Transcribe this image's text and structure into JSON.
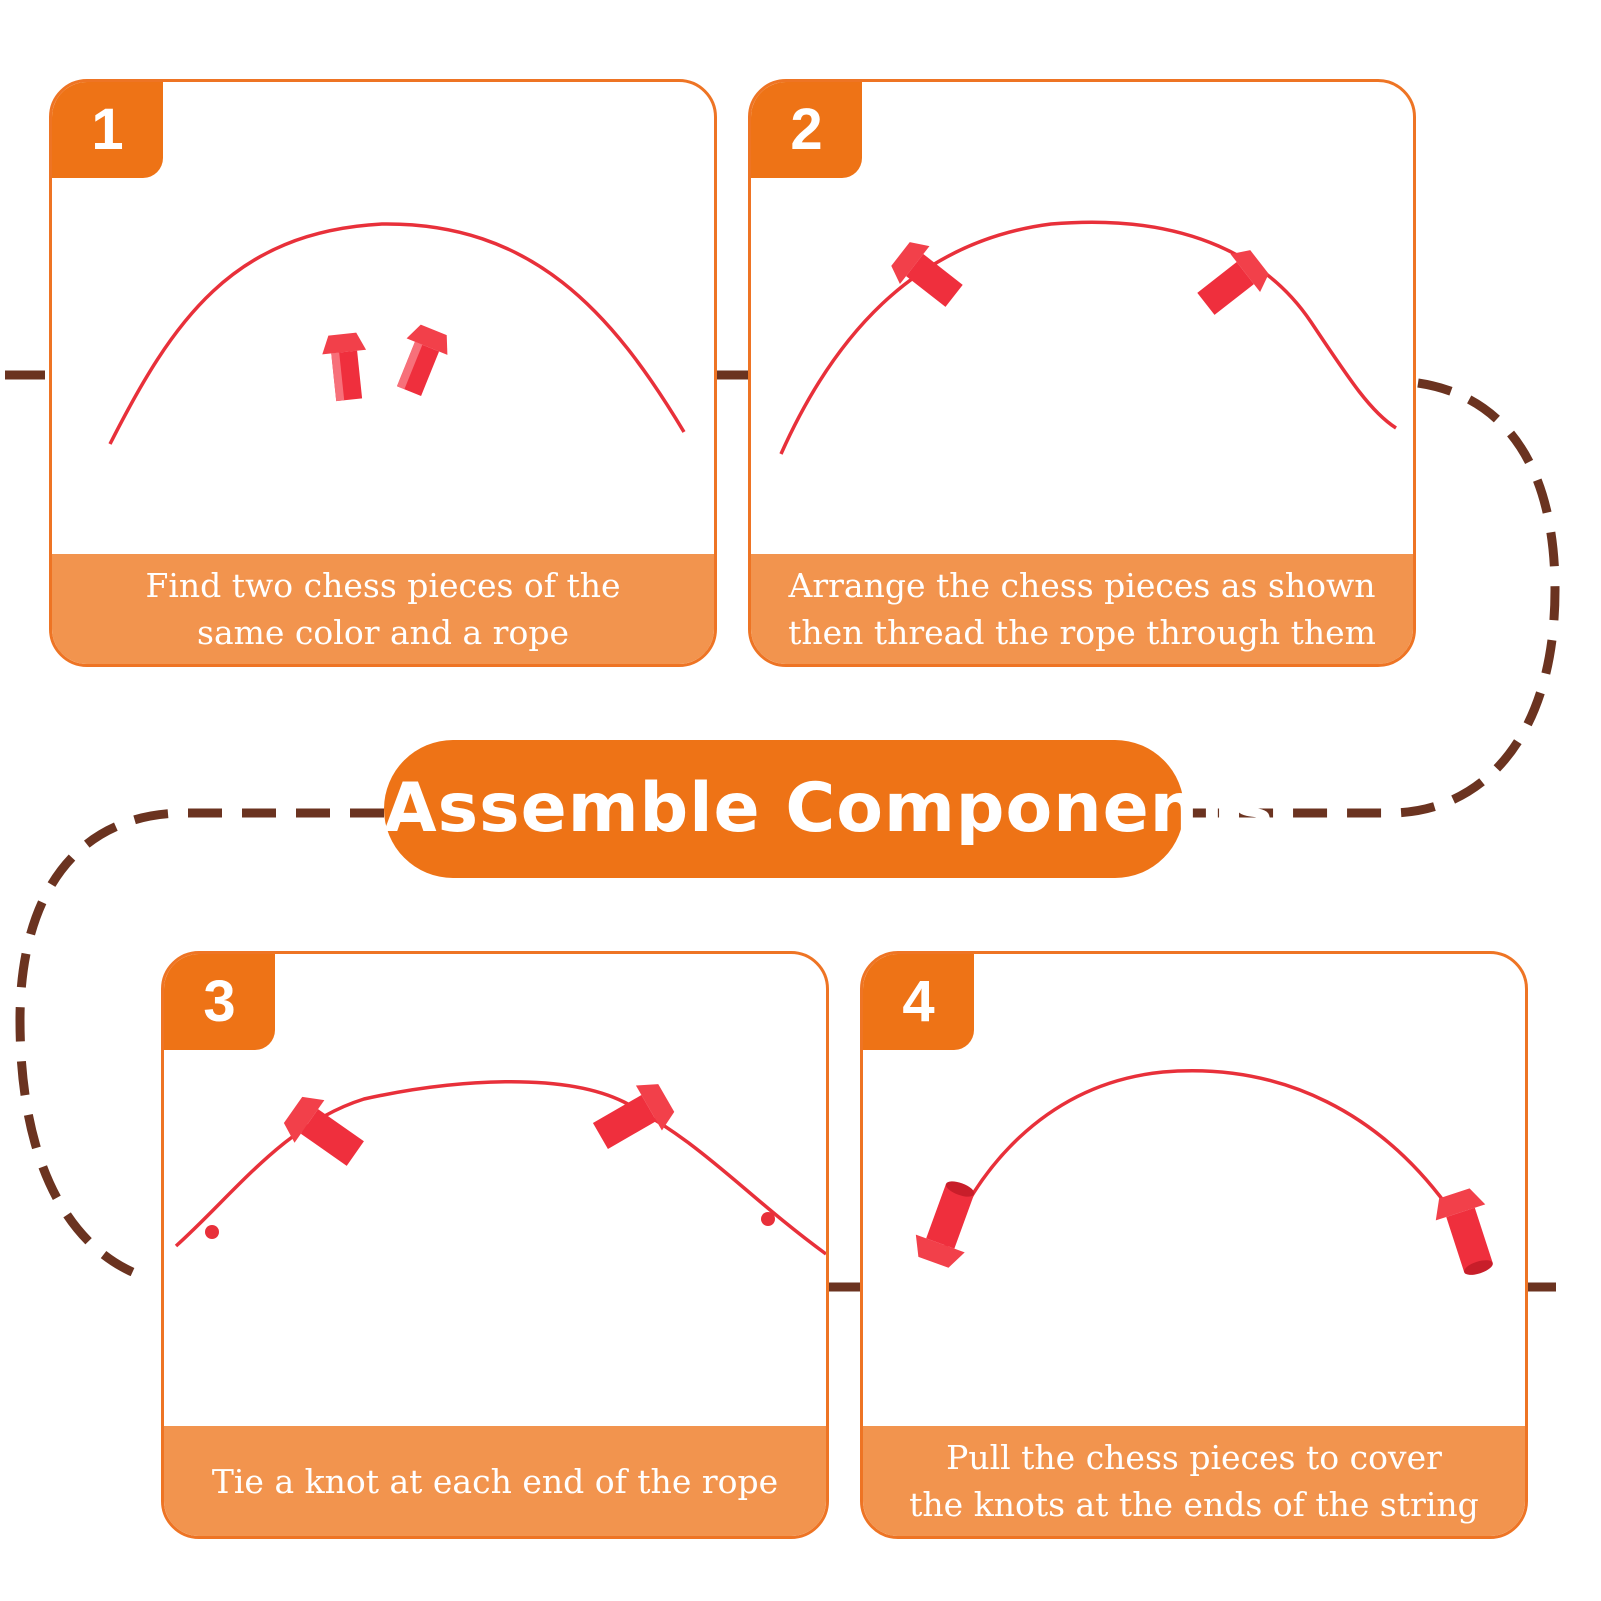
{
  "title": "Assemble Components",
  "colors": {
    "accent": "#ee7316",
    "caption_bg": "#f2944e",
    "card_border": "#ee7424",
    "connector": "#6b3320",
    "rope": "#e8303a",
    "piece": "#f2404a"
  },
  "steps": [
    {
      "number": "1",
      "caption_lines": [
        "Find two chess pieces of the",
        "same color and a rope"
      ]
    },
    {
      "number": "2",
      "caption_lines": [
        "Arrange the chess pieces as shown",
        "then thread the rope through them"
      ]
    },
    {
      "number": "3",
      "caption_lines": [
        "Tie a knot at each end of the rope"
      ]
    },
    {
      "number": "4",
      "caption_lines": [
        "Pull the chess pieces to cover",
        "the knots at the ends of the string"
      ]
    }
  ]
}
